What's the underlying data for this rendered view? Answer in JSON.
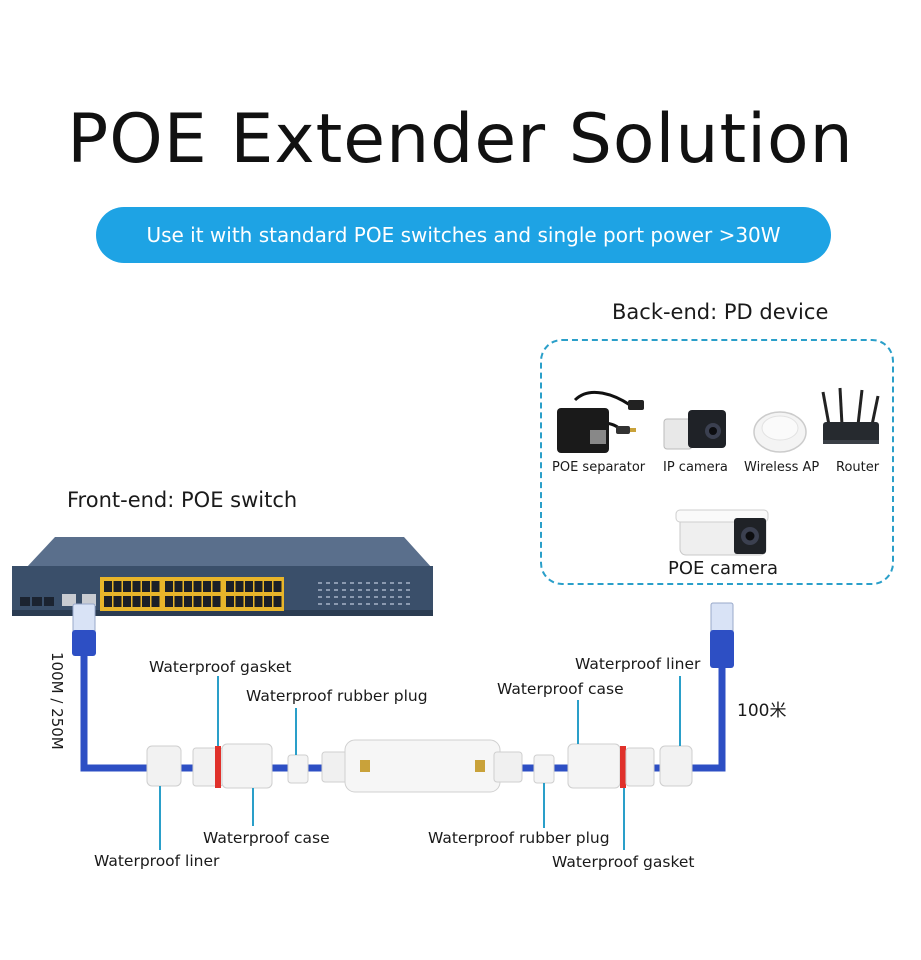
{
  "title": "POE Extender Solution",
  "banner": "Use it with standard POE switches and single port power >30W",
  "back_end": {
    "label": "Back-end: PD device",
    "devices": [
      {
        "label": "POE separator",
        "icon": "poe-separator-icon"
      },
      {
        "label": "IP camera",
        "icon": "ip-camera-icon"
      },
      {
        "label": "Wireless AP",
        "icon": "wireless-ap-icon"
      },
      {
        "label": "Router",
        "icon": "router-icon"
      },
      {
        "label": "POE camera",
        "icon": "poe-camera-icon"
      }
    ]
  },
  "front_end": {
    "label": "Front-end: POE switch"
  },
  "left_parts": {
    "gasket": "Waterproof gasket",
    "rubber_plug": "Waterproof rubber plug",
    "case": "Waterproof case",
    "liner": "Waterproof liner"
  },
  "right_parts": {
    "liner": "Waterproof liner",
    "case": "Waterproof case",
    "rubber_plug": "Waterproof rubber plug",
    "gasket": "Waterproof gasket"
  },
  "distance_left": "100M / 250M",
  "distance_right": "100米",
  "colors": {
    "banner": "#1ea3e4",
    "cable": "#2d4fc4",
    "pointer": "#2a9fc9",
    "gasket": "#e0312b",
    "switch_body": "#3a4f6a",
    "port": "#e8b52a"
  }
}
